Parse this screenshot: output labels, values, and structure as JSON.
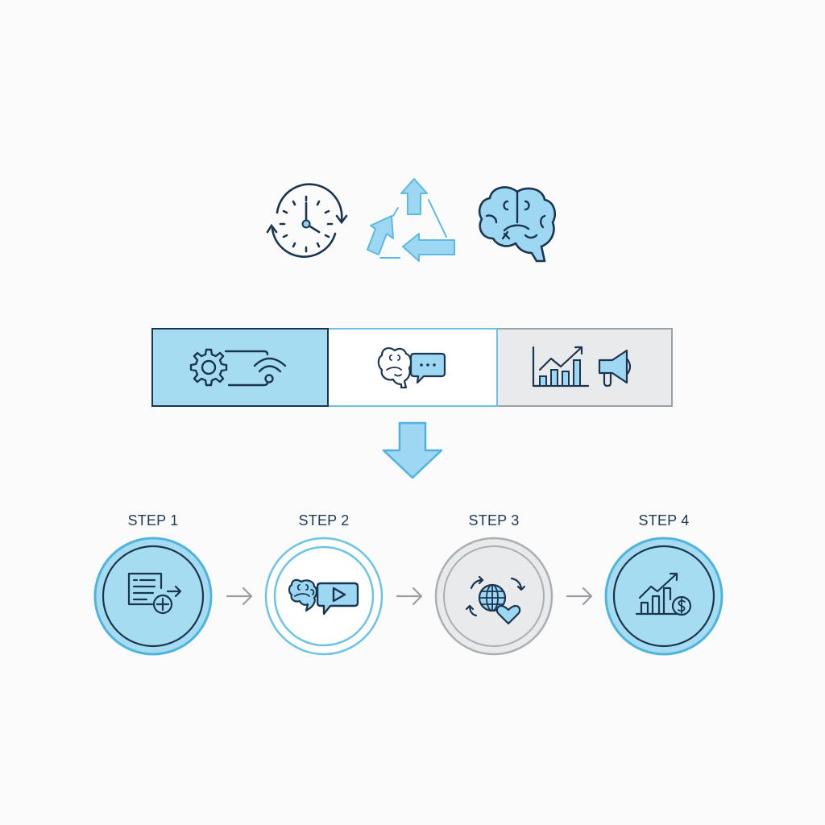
{
  "top_icons": [
    {
      "name": "clock-cycle",
      "label": "time cycle"
    },
    {
      "name": "recycle-arrows",
      "label": "recycle"
    },
    {
      "name": "brain",
      "label": "brain"
    }
  ],
  "panels": [
    {
      "name": "automation-connectivity",
      "icons": [
        "gear-icon",
        "wifi-icon"
      ],
      "style": "filled-blue"
    },
    {
      "name": "ai-communication",
      "icons": [
        "brain-icon",
        "chat-bubble-icon"
      ],
      "style": "white"
    },
    {
      "name": "growth-marketing",
      "icons": [
        "bar-chart-growth-icon",
        "megaphone-icon"
      ],
      "style": "gray"
    }
  ],
  "flow_arrow": {
    "name": "down-arrow"
  },
  "steps": [
    {
      "label": "STEP 1",
      "icon": "document-add-icon",
      "style": "filled-blue"
    },
    {
      "label": "STEP 2",
      "icon": "brain-video-icon",
      "style": "outline-blue"
    },
    {
      "label": "STEP 3",
      "icon": "globe-heart-cycle-icon",
      "style": "gray"
    },
    {
      "label": "STEP 4",
      "icon": "growth-revenue-icon",
      "style": "filled-blue"
    }
  ],
  "colors": {
    "dark_stroke": "#1a3550",
    "light_blue": "#a6dcf1",
    "mid_blue": "#6cc3e6",
    "accent_blue": "#4fb3e0",
    "gray_fill": "#e8eaec",
    "gray_stroke": "#9aa3a9",
    "connector_gray": "#9a9ea2"
  }
}
